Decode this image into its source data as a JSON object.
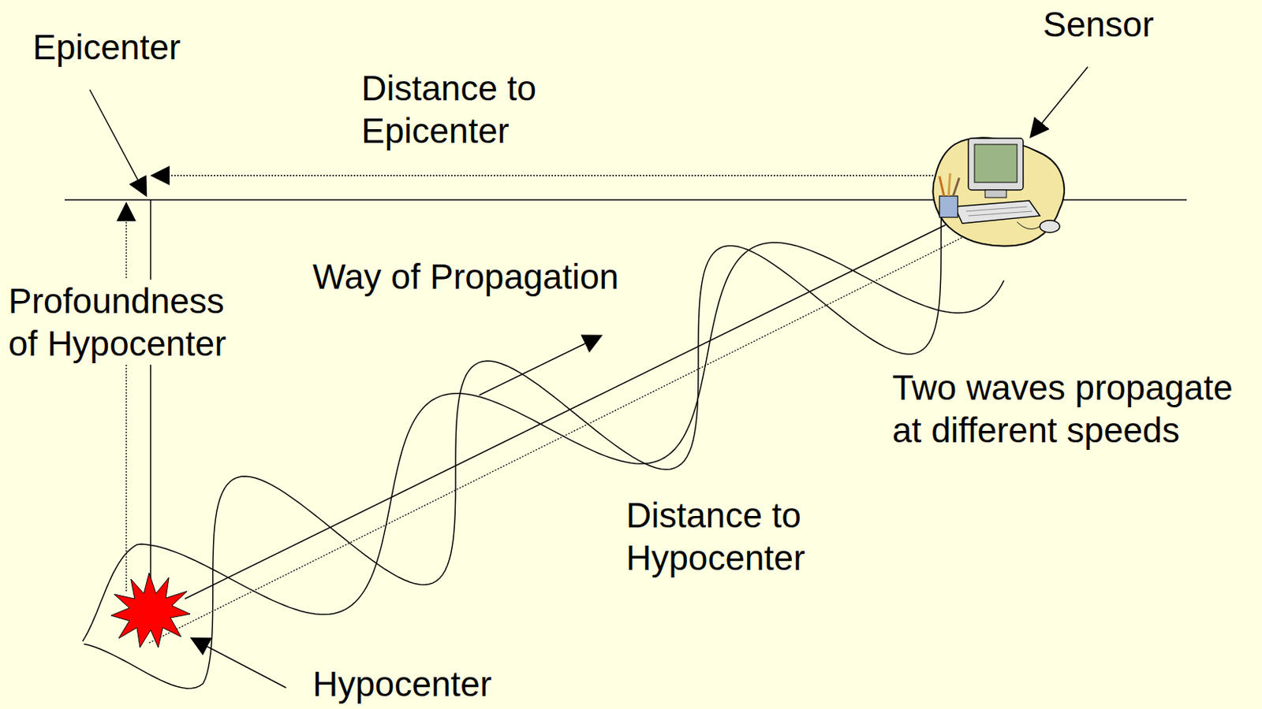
{
  "diagram": {
    "labels": [
      "Epicenter",
      "Sensor",
      "Distance to Epicenter",
      "Way of Propagation",
      "Profoundness of Hypocenter",
      "Two waves propagate at different speeds",
      "Distance to Hypocenter",
      "Hypocenter"
    ]
  }
}
